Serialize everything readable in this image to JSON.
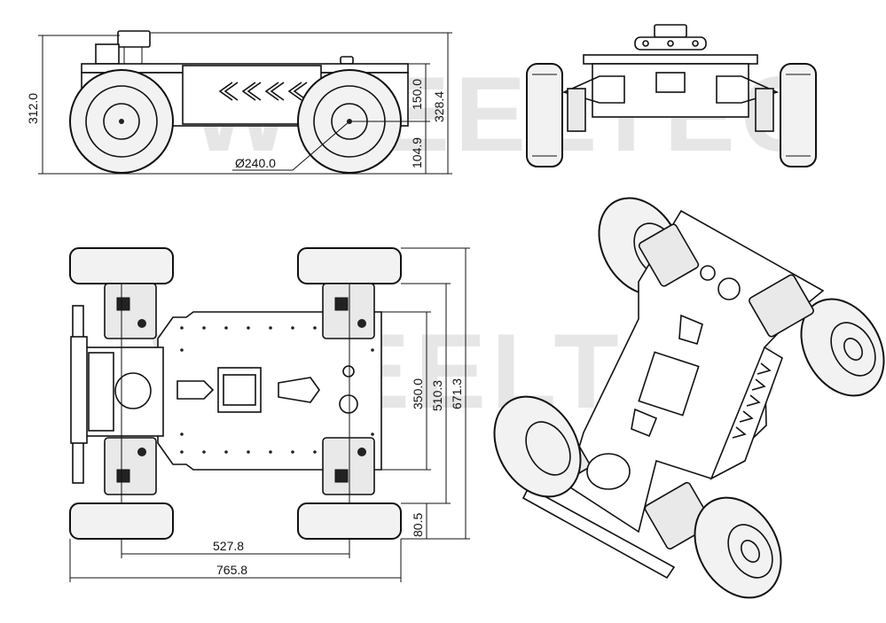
{
  "watermark": "WHEELTEC",
  "dimensions": {
    "side_height": "312.0",
    "side_total": "328.4",
    "body_height": "150.0",
    "ground_clearance": "104.9",
    "wheel_diameter": "Ø240.0",
    "track_inner": "350.0",
    "track_mid": "510.3",
    "track_outer": "671.3",
    "overhang": "80.5",
    "wheelbase": "527.8",
    "length": "765.8"
  }
}
